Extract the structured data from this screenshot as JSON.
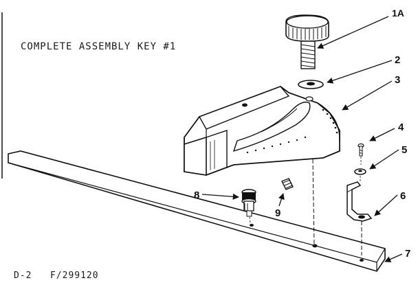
{
  "title": "COMPLETE ASSEMBLY KEY #1",
  "footer": {
    "page": "D-2",
    "form": "F/299120"
  },
  "callouts": {
    "c1A": "1A",
    "c2": "2",
    "c3": "3",
    "c4": "4",
    "c5": "5",
    "c6": "6",
    "c7": "7",
    "c8": "8",
    "c9": "9"
  },
  "colors": {
    "ink": "#111111",
    "paper": "#ffffff"
  }
}
